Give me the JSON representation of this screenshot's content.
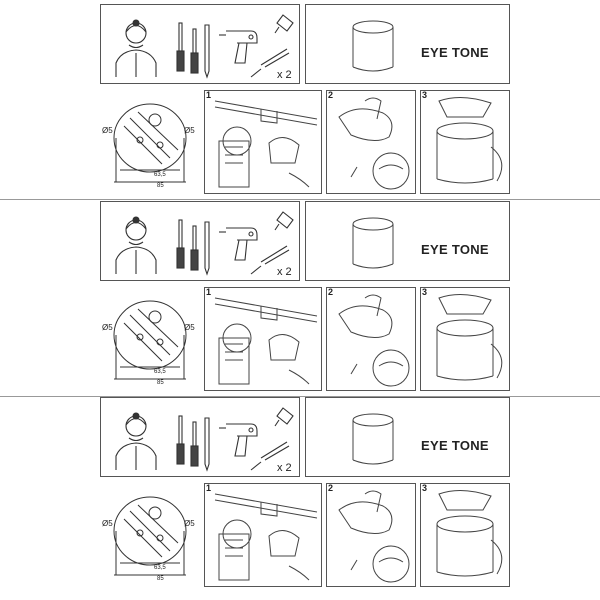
{
  "product": {
    "brand": "EYE TONE"
  },
  "tools": {
    "count_label": "x 2"
  },
  "dimensions": {
    "hole_left": "Ø5",
    "hole_right": "Ø5",
    "inner": "63,5",
    "outer": "85"
  },
  "steps": [
    {
      "number": "1"
    },
    {
      "number": "2"
    },
    {
      "number": "3"
    }
  ],
  "icons": [
    "technician-icon",
    "screwdriver-icon",
    "pencil-icon",
    "drill-icon",
    "dowel-screw-icon",
    "bulb-icon",
    "lamp-housing-icon",
    "ruler-icon"
  ]
}
